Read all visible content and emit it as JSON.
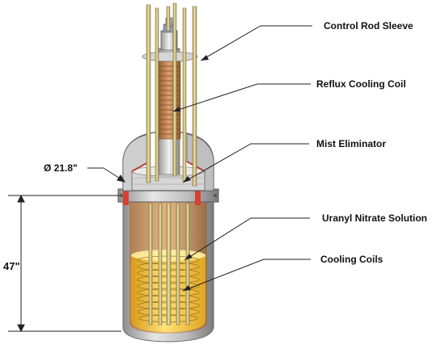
{
  "labels": {
    "control_rod_sleeve": "Control Rod Sleeve",
    "reflux_cooling_coil": "Reflux Cooling Coil",
    "mist_eliminator": "Mist Eliminator",
    "uranyl_nitrate_solution": "Uranyl Nitrate Solution",
    "cooling_coils": "Cooling Coils"
  },
  "dimensions": {
    "diameter": "Ø 21.8\"",
    "height": "47\""
  },
  "colors": {
    "solution": "#f2c230",
    "vessel": "#c9c9c9",
    "tube": "#d8c98a",
    "coil": "#c98a4a",
    "flange_red": "#d84030"
  }
}
